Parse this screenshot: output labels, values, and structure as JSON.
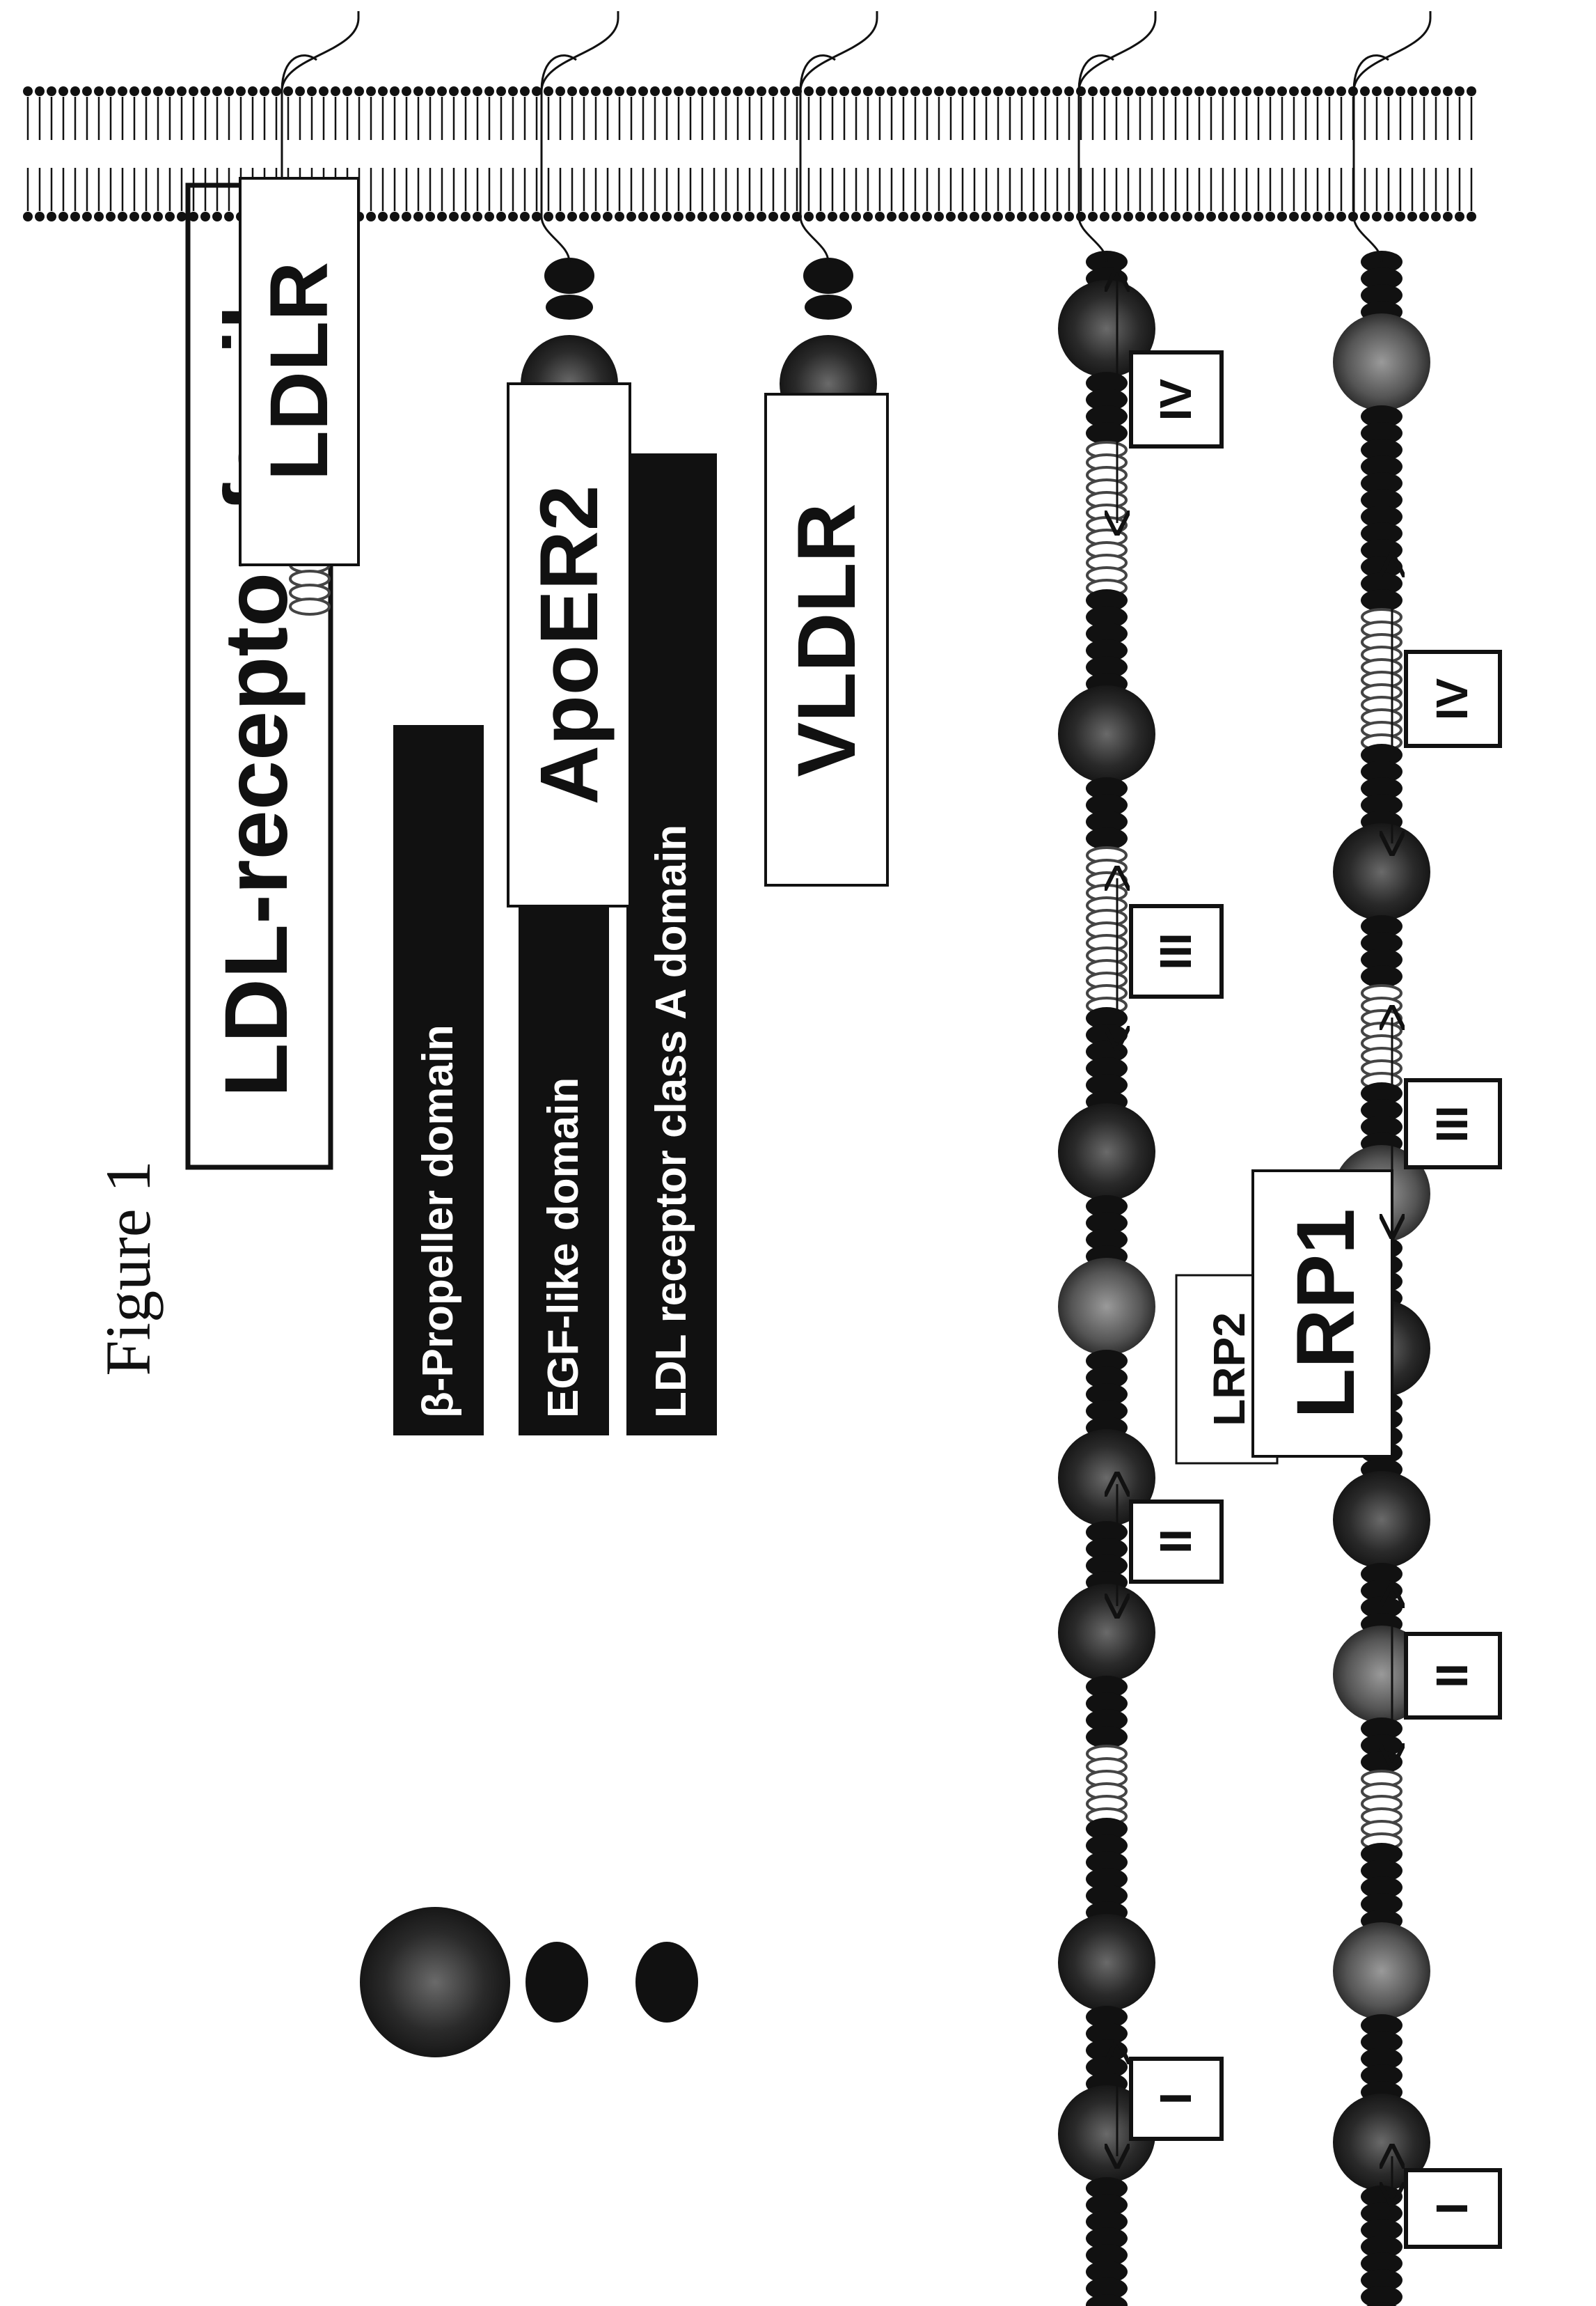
{
  "figure": {
    "caption": "Figure 1",
    "title": "LDL-receptor family"
  },
  "legend": [
    {
      "key": "propeller",
      "label": "β-Propeller domain"
    },
    {
      "key": "egf",
      "label": "EGF-like domain"
    },
    {
      "key": "ldla",
      "label": "LDL receptor class A domain"
    }
  ],
  "receptors": {
    "ldlr": {
      "name": "LDLR"
    },
    "apoer2": {
      "name": "ApoER2"
    },
    "vldlr": {
      "name": "VLDLR"
    },
    "lrp2": {
      "name": "LRP2",
      "clusters": [
        {
          "numeral": "I"
        },
        {
          "numeral": "II"
        },
        {
          "numeral": "III"
        },
        {
          "numeral": "IV"
        }
      ]
    },
    "lrp1": {
      "name": "LRP1",
      "clusters": [
        {
          "numeral": "I"
        },
        {
          "numeral": "II"
        },
        {
          "numeral": "III"
        },
        {
          "numeral": "IV"
        }
      ]
    }
  },
  "colors": {
    "ink": "#111111",
    "propeller_dark": "#1a1a1a",
    "propeller_light": "#555555",
    "ldla_hatch": "#666666",
    "legend_bar": "#111111",
    "legend_text": "#ffffff"
  }
}
